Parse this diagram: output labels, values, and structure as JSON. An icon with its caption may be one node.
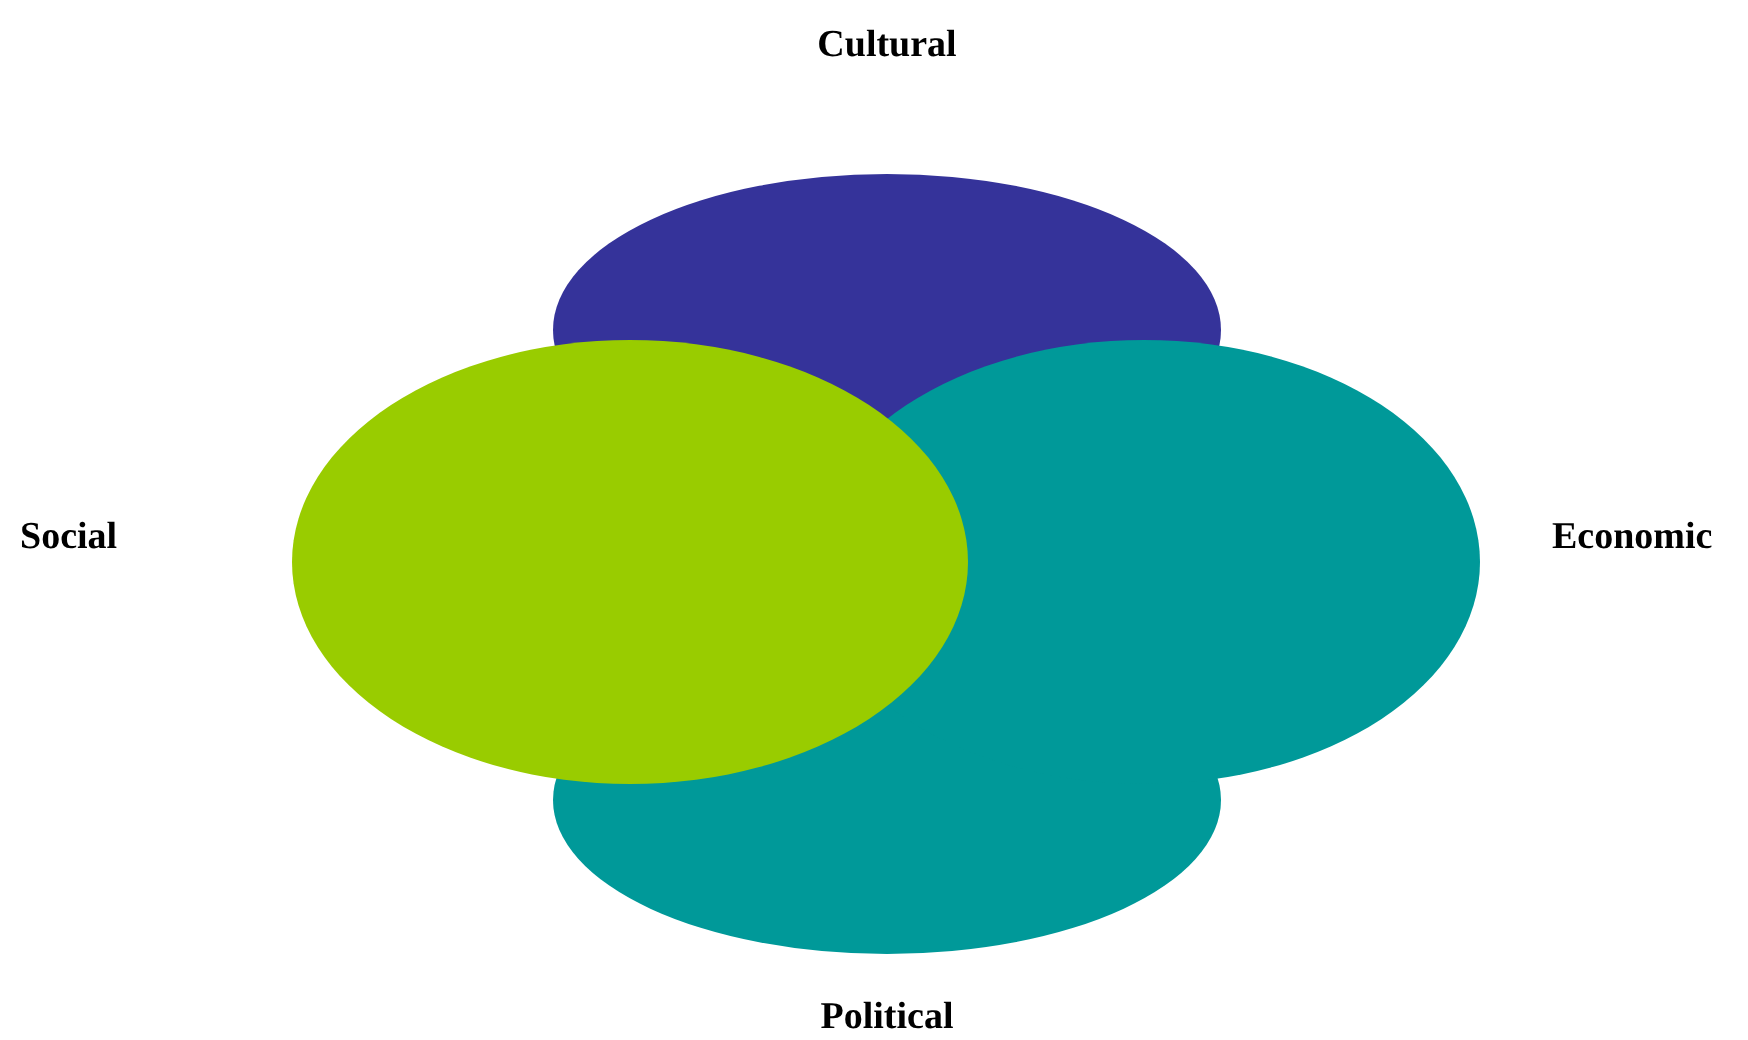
{
  "diagram": {
    "nodes": [
      {
        "text": [
          "Cultural"
        ]
      },
      {
        "text": [
          "Social"
        ]
      },
      {
        "text": [
          "Economic"
        ]
      },
      {
        "text": [
          "Political"
        ]
      }
    ]
  }
}
